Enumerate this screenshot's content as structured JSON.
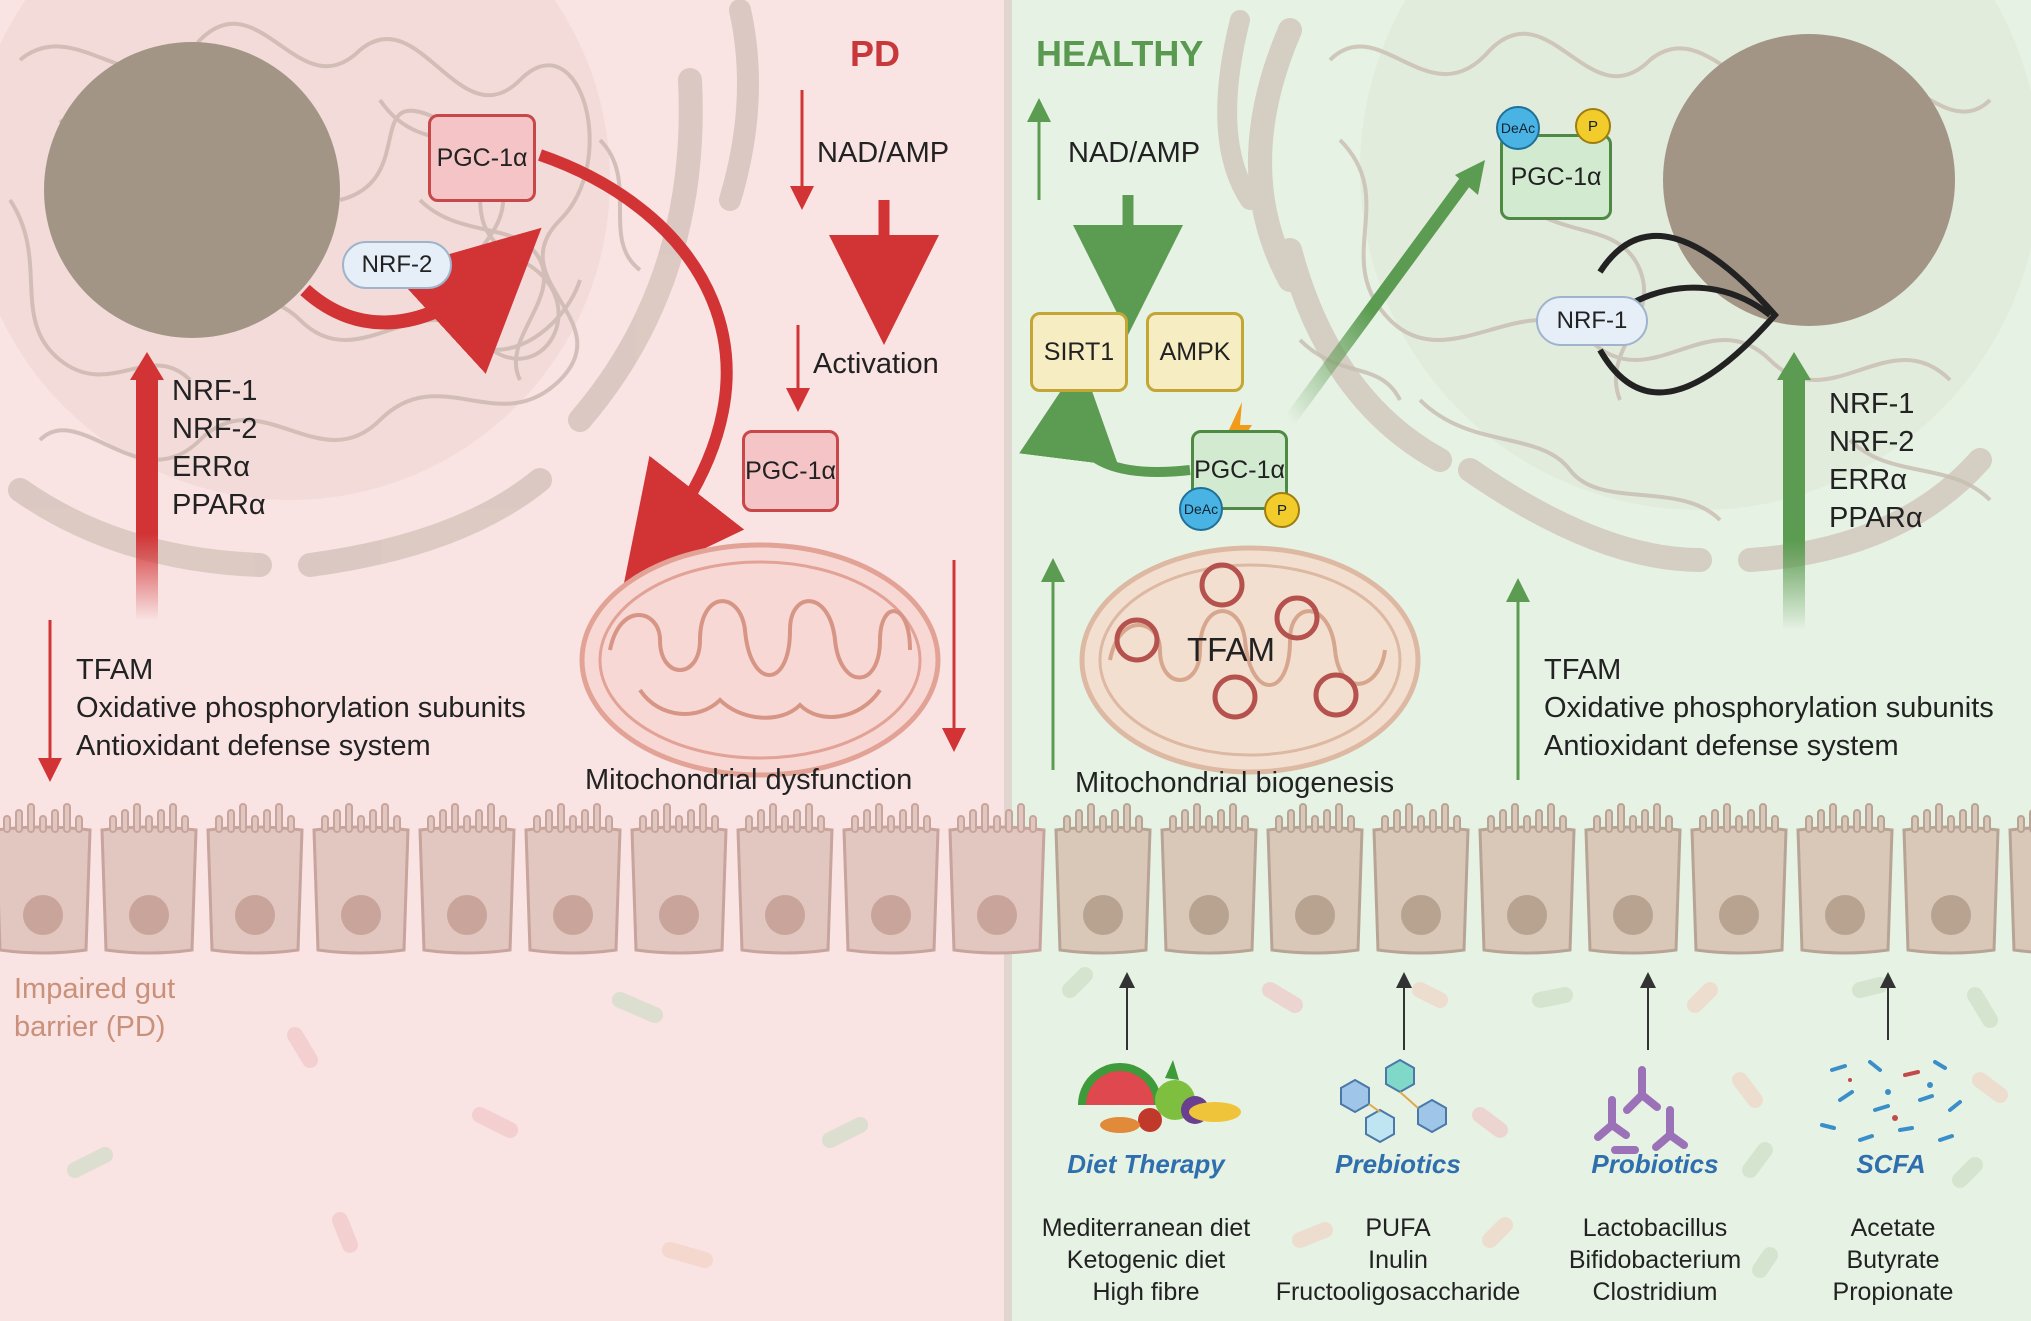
{
  "panels": {
    "pd": {
      "title": "PD",
      "nad_amp": "NAD/AMP",
      "activation": "Activation",
      "pgc_top": "PGC-1α",
      "pgc_mid": "PGC-1α",
      "nrf2_pill": "NRF-2",
      "factors": [
        "NRF-1",
        "NRF-2",
        "ERRα",
        "PPARα"
      ],
      "outputs": [
        "TFAM",
        "Oxidative phosphorylation subunits",
        "Antioxidant defense system"
      ],
      "mito_caption": "Mitochondrial dysfunction",
      "gut_caption": [
        "Impaired gut",
        "barrier (PD)"
      ]
    },
    "healthy": {
      "title": "HEALTHY",
      "nad_amp": "NAD/AMP",
      "sirt1": "SIRT1",
      "ampk": "AMPK",
      "pgc_top": "PGC-1α",
      "pgc_mid": "PGC-1α",
      "deac": "DeAc",
      "p": "P",
      "nrf1_pill": "NRF-1",
      "factors": [
        "NRF-1",
        "NRF-2",
        "ERRα",
        "PPARα"
      ],
      "outputs": [
        "TFAM",
        "Oxidative phosphorylation subunits",
        "Antioxidant defense system"
      ],
      "mito_label": "TFAM",
      "mito_caption": "Mitochondrial biogenesis"
    }
  },
  "interventions": [
    {
      "category": "Diet Therapy",
      "items": [
        "Mediterranean diet",
        "Ketogenic diet",
        "High fibre"
      ],
      "icon": "fruits-vegetables-icon"
    },
    {
      "category": "Prebiotics",
      "items": [
        "PUFA",
        "Inulin",
        "Fructooligosaccharide"
      ],
      "icon": "molecule-icon"
    },
    {
      "category": "Probiotics",
      "items": [
        "Lactobacillus",
        "Bifidobacterium",
        "Clostridium"
      ],
      "icon": "bacteria-icon"
    },
    {
      "category": "SCFA",
      "items": [
        "Acetate",
        "Butyrate",
        "Propionate"
      ],
      "icon": "scattered-molecules-icon"
    }
  ],
  "colors": {
    "pd_bg": "#f9e3e3",
    "healthy_bg": "#e6f2e4",
    "pd_accent": "#c8383a",
    "healthy_accent": "#5a9a50",
    "nucleus": "#a39586",
    "category_text": "#2f6fae"
  }
}
